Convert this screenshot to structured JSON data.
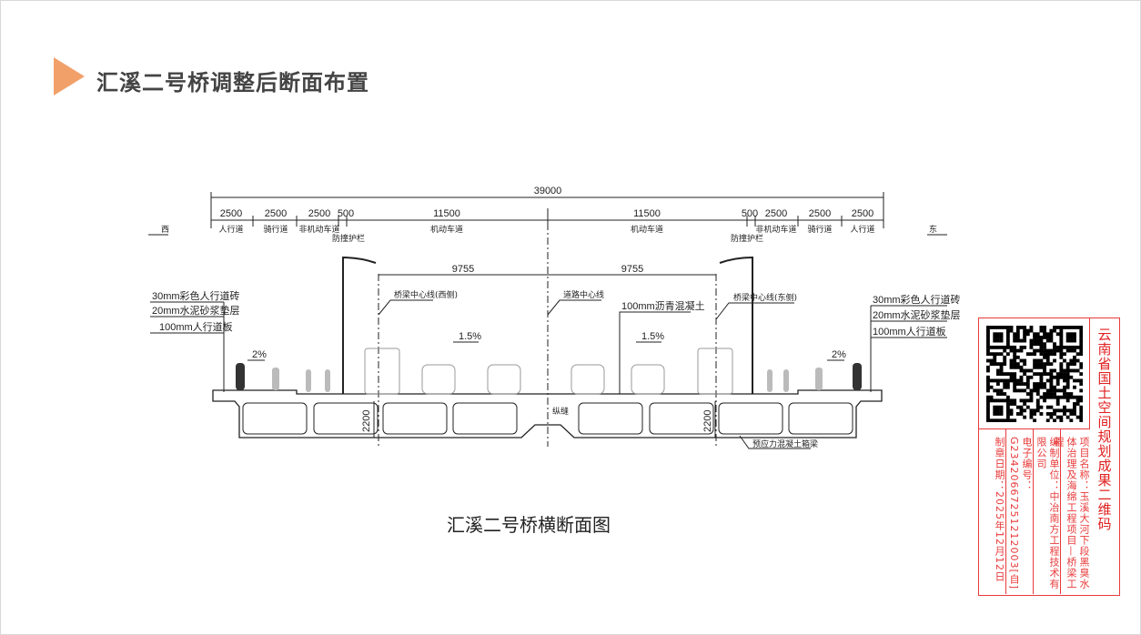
{
  "header": {
    "title": "汇溪二号桥调整后断面布置",
    "accent_color": "#f2a06a"
  },
  "drawing": {
    "total_width": "39000",
    "west": "西",
    "east": "东",
    "segments_west": [
      {
        "dim": "2500",
        "label": "人行道"
      },
      {
        "dim": "2500",
        "label": "骑行道"
      },
      {
        "dim": "2500",
        "label": "非机动车道"
      },
      {
        "dim": "500",
        "label": "防撞护栏"
      },
      {
        "dim": "11500",
        "label": "机动车道"
      }
    ],
    "segments_east": [
      {
        "dim": "11500",
        "label": "机动车道"
      },
      {
        "dim": "500",
        "label": "防撞护栏"
      },
      {
        "dim": "2500",
        "label": "非机动车道"
      },
      {
        "dim": "2500",
        "label": "骑行道"
      },
      {
        "dim": "2500",
        "label": "人行道"
      }
    ],
    "half_width_west": "9755",
    "half_width_east": "9755",
    "bridge_center_west": "桥梁中心线(西侧)",
    "road_center": "道路中心线",
    "bridge_center_east": "桥梁中心线(东侧)",
    "asphalt": "100mm沥青混凝土",
    "slope_road": "1.5%",
    "slope_walk": "2%",
    "layers": [
      "30mm彩色人行道砖",
      "20mm水泥砂浆垫层",
      "100mm人行道板"
    ],
    "girder_height": "2200",
    "joint": "纵缝",
    "girder": "预应力混凝土箱梁"
  },
  "caption": "汇溪二号桥横断面图",
  "stamp": {
    "title": "云南省国土空间规划成果二维码",
    "project": "项目名称：玉溪大河下段黑臭水体治理及海绵工程项目—桥梁工程",
    "unit": "编制单位：中冶南方工程技术有限公司",
    "code": "电子编号：G23420667251212003[自]",
    "date": "制章日期：2025年12月12日",
    "color": "#e83a3a"
  }
}
